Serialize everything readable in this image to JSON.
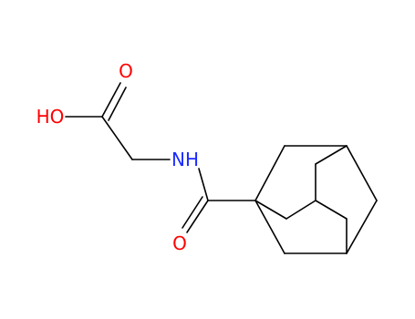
{
  "molecule": {
    "atoms": [
      {
        "id": "o_hydroxyl",
        "label": "HO",
        "color": "#ff0000"
      },
      {
        "id": "o_acid",
        "label": "O",
        "color": "#ff0000"
      },
      {
        "id": "n_amide",
        "label": "NH",
        "color": "#1c2cff"
      },
      {
        "id": "o_amide",
        "label": "O",
        "color": "#ff0000"
      }
    ],
    "bond_color": "#000000"
  }
}
